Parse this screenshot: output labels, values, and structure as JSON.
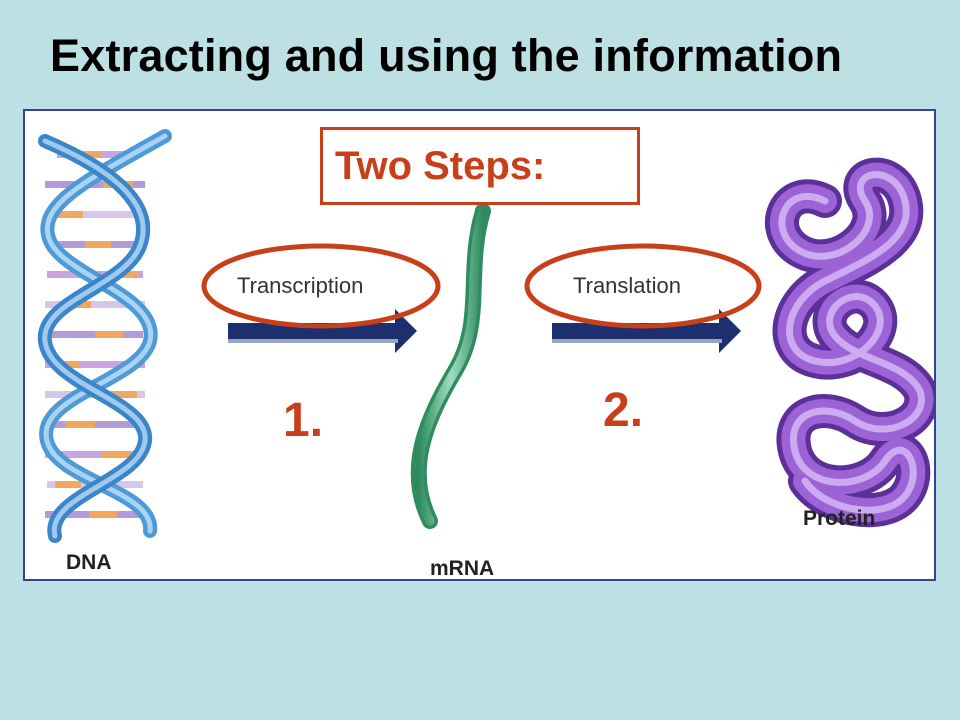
{
  "title": "Extracting and using the information",
  "steps_heading": "Two Steps:",
  "labels": {
    "dna": "DNA",
    "mrna": "mRNA",
    "protein": "Protein"
  },
  "processes": {
    "transcription": "Transcription",
    "translation": "Translation"
  },
  "step_numbers": {
    "one": "1.",
    "two": "2."
  },
  "colors": {
    "background": "#bce0e4",
    "accent_red": "#c8401a",
    "arrow_navy": "#1c2f6e",
    "dna_blue": "#5aa6dd",
    "mrna_green": "#5fb48c",
    "protein_purple": "#9b63d6"
  }
}
